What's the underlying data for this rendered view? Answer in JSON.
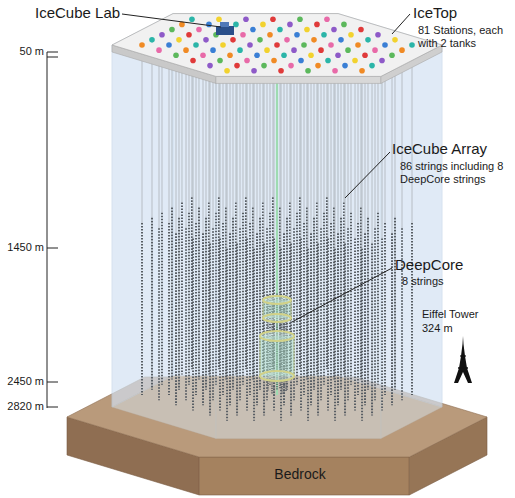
{
  "diagram": {
    "labels": [
      "IceCube Lab",
      "IceTop",
      "81 Stations, each with 2 tanks",
      "IceCube Array",
      "86 strings including 8 DeepCore strings",
      "DeepCore",
      "8 strings",
      "Eiffel Tower",
      "324 m",
      "50 m",
      "1450 m",
      "2450 m",
      "2820 m",
      "Bedrock"
    ]
  }
}
